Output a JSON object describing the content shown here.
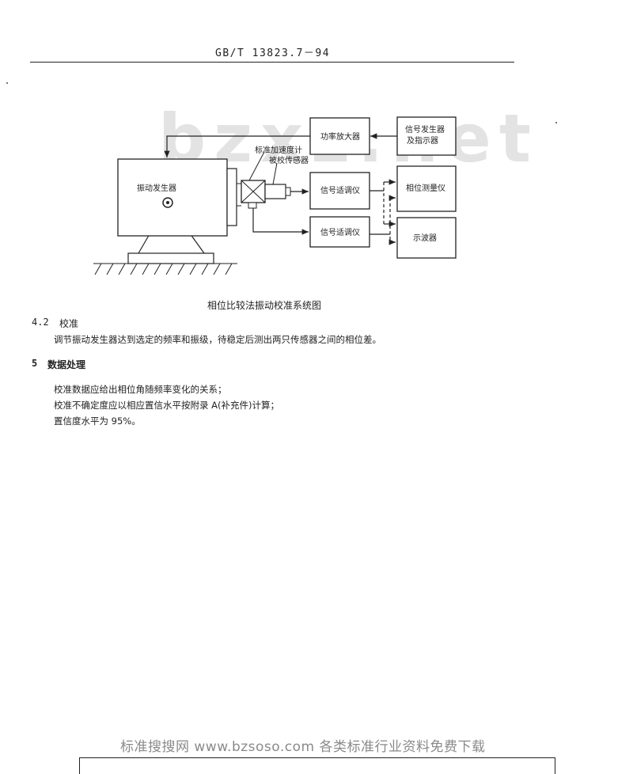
{
  "header": {
    "title": "GB/T 13823.7－94"
  },
  "watermark": "bzxz.net",
  "figure": {
    "labels": {
      "vibration_generator": "振动发生器",
      "power_amplifier": "功率放大器",
      "signal_generator_line1": "信号发生器",
      "signal_generator_line2": "及指示器",
      "std_accelerometer": "标准加速度计",
      "test_sensor": "被校传感器",
      "signal_conditioner_1": "信号适调仪",
      "signal_conditioner_2": "信号适调仪",
      "phase_meter": "相位测量仪",
      "oscilloscope": "示波器"
    },
    "caption": "相位比较法振动校准系统图"
  },
  "sections": {
    "s42": {
      "num": "4.2",
      "title": "校准",
      "text": "调节振动发生器达到选定的频率和振级，待稳定后测出两只传感器之间的相位差。"
    },
    "s5": {
      "num": "5",
      "title": "数据处理",
      "lines": [
        "校准数据应给出相位角随频率变化的关系；",
        "校准不确定度应以相应置信水平按附录 A(补充件)计算；",
        "置信度水平为 95%。"
      ]
    }
  },
  "footer": {
    "text": "标准搜搜网 www.bzsoso.com 各类标准行业资料免费下载"
  }
}
